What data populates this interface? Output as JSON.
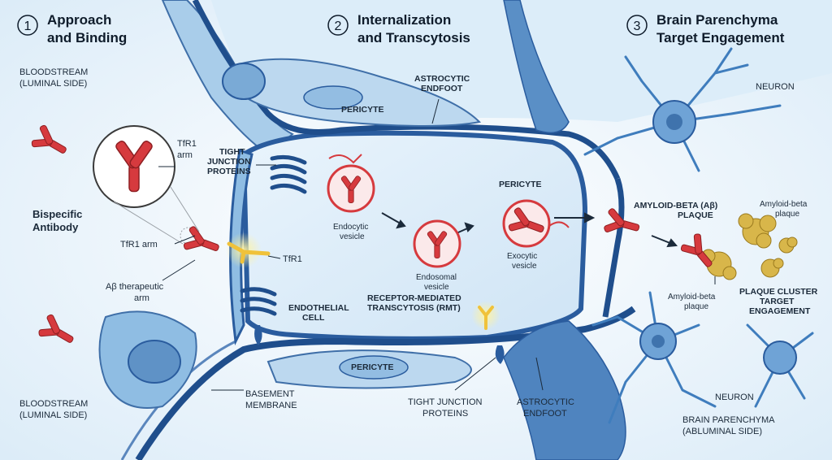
{
  "steps": [
    {
      "number": "1",
      "title_line1": "Approach",
      "title_line2": "and Binding"
    },
    {
      "number": "2",
      "title_line1": "Internalization",
      "title_line2": "and Transcytosis"
    },
    {
      "number": "3",
      "title_line1": "Brain Parenchyma",
      "title_line2": "Target Engagement"
    }
  ],
  "labels": {
    "bloodstream_top_1": "BLOODSTREAM",
    "bloodstream_top_2": "(LUMINAL SIDE)",
    "bloodstream_bottom_1": "BLOODSTREAM",
    "bloodstream_bottom_2": "(LUMINAL SIDE)",
    "tfr1_arm_zoom_1": "TfR1",
    "tfr1_arm_zoom_2": "arm",
    "bispecific_1": "Bispecific",
    "bispecific_2": "Antibody",
    "tfr1_arm": "TfR1 arm",
    "tfr1": "TfR1",
    "abeta_arm_1": "Aβ therapeutic",
    "abeta_arm_2": "arm",
    "tight_junction_top_1": "TIGHT",
    "tight_junction_top_2": "JUNCTION",
    "tight_junction_top_3": "PROTEINS",
    "astro_top_1": "ASTROCYTIC",
    "astro_top_2": "ENDFOOT",
    "pericyte_top": "PERICYTE",
    "pericyte_mid": "PERICYTE",
    "pericyte_bottom": "PERICYTE",
    "endocytic_1": "Endocytic",
    "endocytic_2": "vesicle",
    "endosomal_1": "Endosomal",
    "endosomal_2": "vesicle",
    "exocytic_1": "Exocytic",
    "exocytic_2": "vesicle",
    "rmt_1": "RECEPTOR-MEDIATED",
    "rmt_2": "TRANSCYTOSIS (RMT)",
    "endothelial_1": "ENDOTHELIAL",
    "endothelial_2": "CELL",
    "basement_1": "BASEMENT",
    "basement_2": "MEMBRANE",
    "tight_junction_bottom_1": "TIGHT JUNCTION",
    "tight_junction_bottom_2": "PROTEINS",
    "astro_bottom_1": "ASTROCYTIC",
    "astro_bottom_2": "ENDFOOT",
    "neuron_top": "NEURON",
    "neuron_bottom": "NEURON",
    "abeta_plaque_1": "AMYLOID-BETA (Aβ)",
    "abeta_plaque_2": "PLAQUE",
    "amyloid_right_1": "Amyloid-beta",
    "amyloid_right_2": "plaque",
    "amyloid_left_1": "Amyloid-beta",
    "amyloid_left_2": "plaque",
    "cluster_1": "PLAQUE CLUSTER",
    "cluster_2": "TARGET",
    "cluster_3": "ENGAGEMENT",
    "parenchyma_1": "BRAIN PARENCHYMA",
    "parenchyma_2": "(ABLUMINAL SIDE)"
  },
  "colors": {
    "antibody": "#d63a3e",
    "vessel": "#2a5c9e",
    "cell": "#9cc6e6",
    "plaque": "#d8b64a",
    "receptor": "#f0c23a"
  }
}
